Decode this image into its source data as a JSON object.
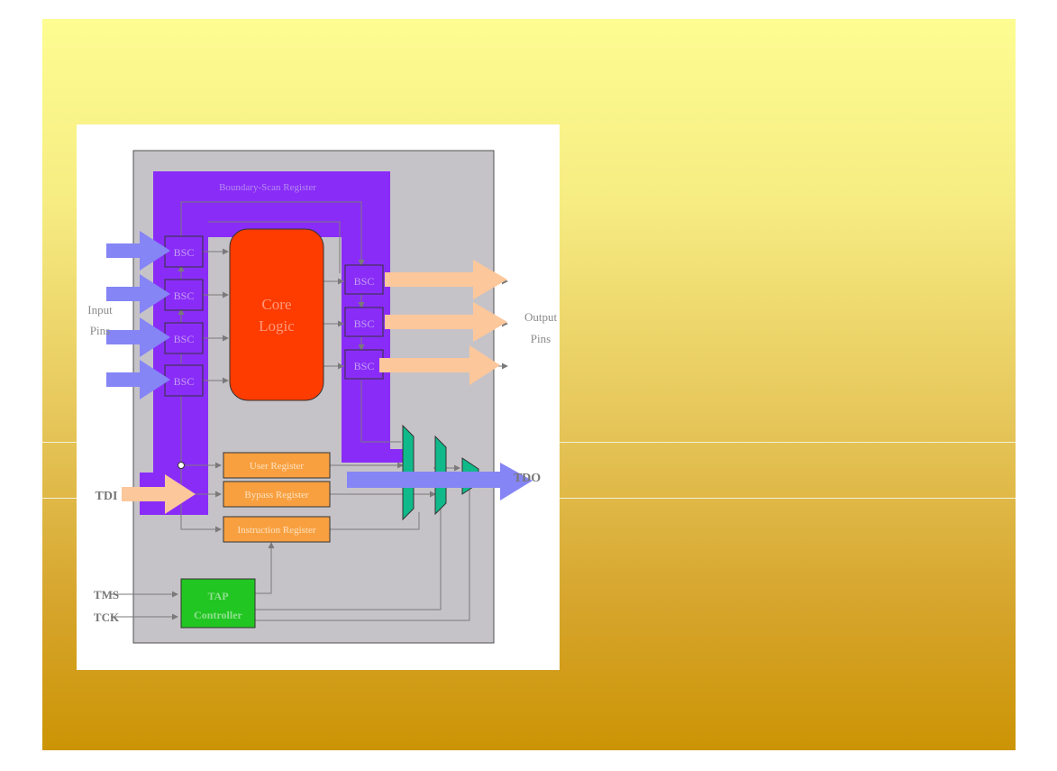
{
  "diagram": {
    "boundary_scan_label": "Boundary-Scan Register",
    "bsc_label": "BSC",
    "core_logic_line1": "Core",
    "core_logic_line2": "Logic",
    "input_pins_line1": "Input",
    "input_pins_line2": "Pins",
    "output_pins_line1": "Output",
    "output_pins_line2": "Pins",
    "user_register_label": "User Register",
    "bypass_register_label": "Bypass Register",
    "instruction_register_label": "Instruction Register",
    "tap_controller_line1": "TAP",
    "tap_controller_line2": "Controller",
    "tdi_label": "TDI",
    "tdo_label": "TDO",
    "tms_label": "TMS",
    "tck_label": "TCK"
  },
  "colors": {
    "boundary_scan": "#8a2cf8",
    "core_logic": "#ff3c00",
    "register": "#f8a040",
    "tap_controller": "#22c622",
    "mux": "#10b98a",
    "chip_body": "#c6c3c8",
    "input_arrow": "#8585f5",
    "output_arrow": "#fcc79a"
  }
}
